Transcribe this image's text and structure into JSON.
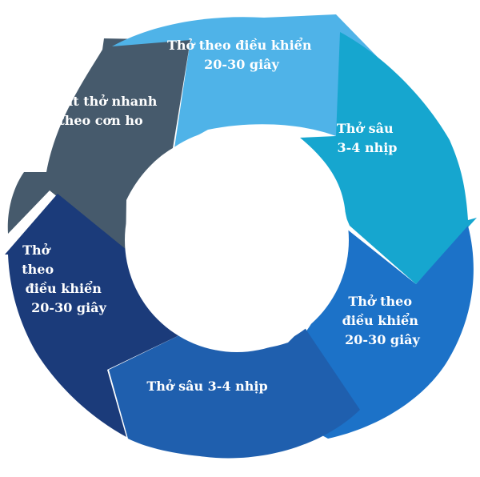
{
  "diagram": {
    "segments": [
      {
        "id": "top",
        "color": "#4fb3e8",
        "lines": [
          "Thở theo điều khiển",
          "20-30 giây"
        ]
      },
      {
        "id": "right-upper",
        "color": "#16a6cf",
        "lines": [
          "Thở sâu",
          "3-4 nhịp"
        ]
      },
      {
        "id": "right-lower",
        "color": "#1c72c8",
        "lines": [
          "Thở theo",
          "điều khiển",
          "20-30 giây"
        ]
      },
      {
        "id": "bottom",
        "color": "#1f5fae",
        "lines": [
          "Thở sâu 3-4 nhịp"
        ]
      },
      {
        "id": "left-lower",
        "color": "#1b3b7a",
        "lines": [
          "Thở",
          "theo",
          "điều khiển",
          "20-30 giây"
        ]
      },
      {
        "id": "left-upper",
        "color": "#465a6c",
        "lines": [
          "Hít thở nhanh",
          "theo cơn ho"
        ]
      }
    ]
  }
}
